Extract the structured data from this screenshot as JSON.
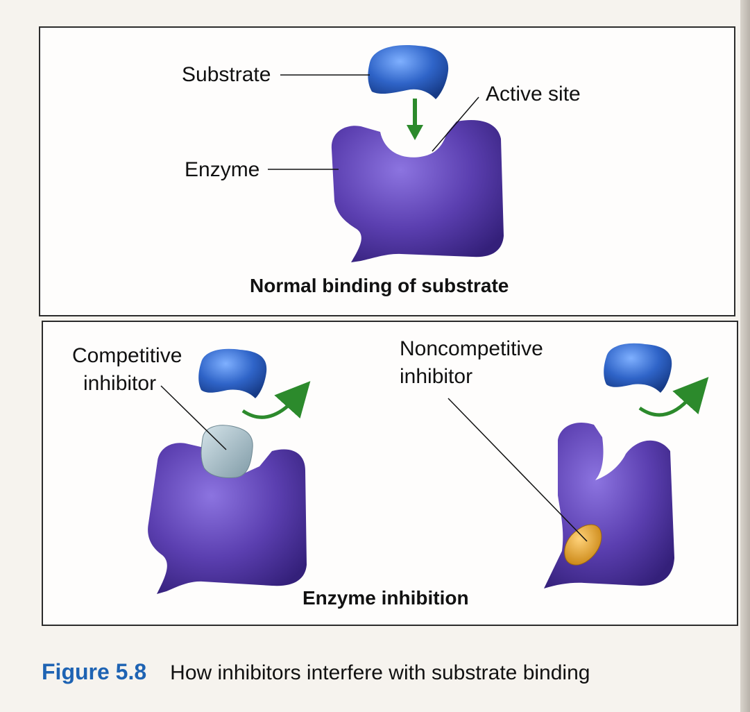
{
  "labels": {
    "substrate": "Substrate",
    "active_site": "Active site",
    "enzyme": "Enzyme",
    "competitive_inhibitor_line1": "Competitive",
    "competitive_inhibitor_line2": "inhibitor",
    "noncompetitive_inhibitor_line1": "Noncompetitive",
    "noncompetitive_inhibitor_line2": "inhibitor"
  },
  "captions": {
    "top_panel": "Normal binding of substrate",
    "bottom_panel": "Enzyme inhibition"
  },
  "figure": {
    "number": "Figure 5.8",
    "title": "How inhibitors interfere with substrate binding"
  },
  "colors": {
    "enzyme": "#5b3fb0",
    "substrate": "#2f64c8",
    "competitive_inhibitor": "#a7bfc8",
    "noncompetitive_inhibitor": "#e8a52a",
    "arrow": "#2c8a2c",
    "figure_number": "#1e63b3"
  }
}
